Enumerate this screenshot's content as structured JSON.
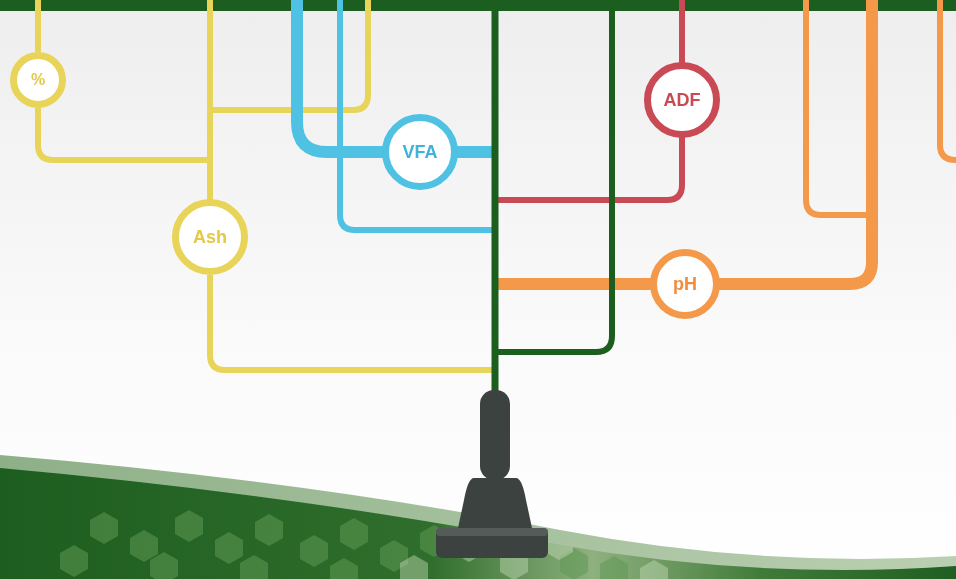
{
  "diagram": {
    "nodes": [
      {
        "text": [
          "%"
        ]
      },
      {
        "text": [
          "VFA"
        ]
      },
      {
        "text": [
          "ADF"
        ]
      },
      {
        "text": [
          "Ash"
        ]
      },
      {
        "text": [
          "pH"
        ]
      }
    ],
    "edges": [
      {
        "from": 0,
        "to": 3,
        "arrow": "none"
      }
    ]
  }
}
